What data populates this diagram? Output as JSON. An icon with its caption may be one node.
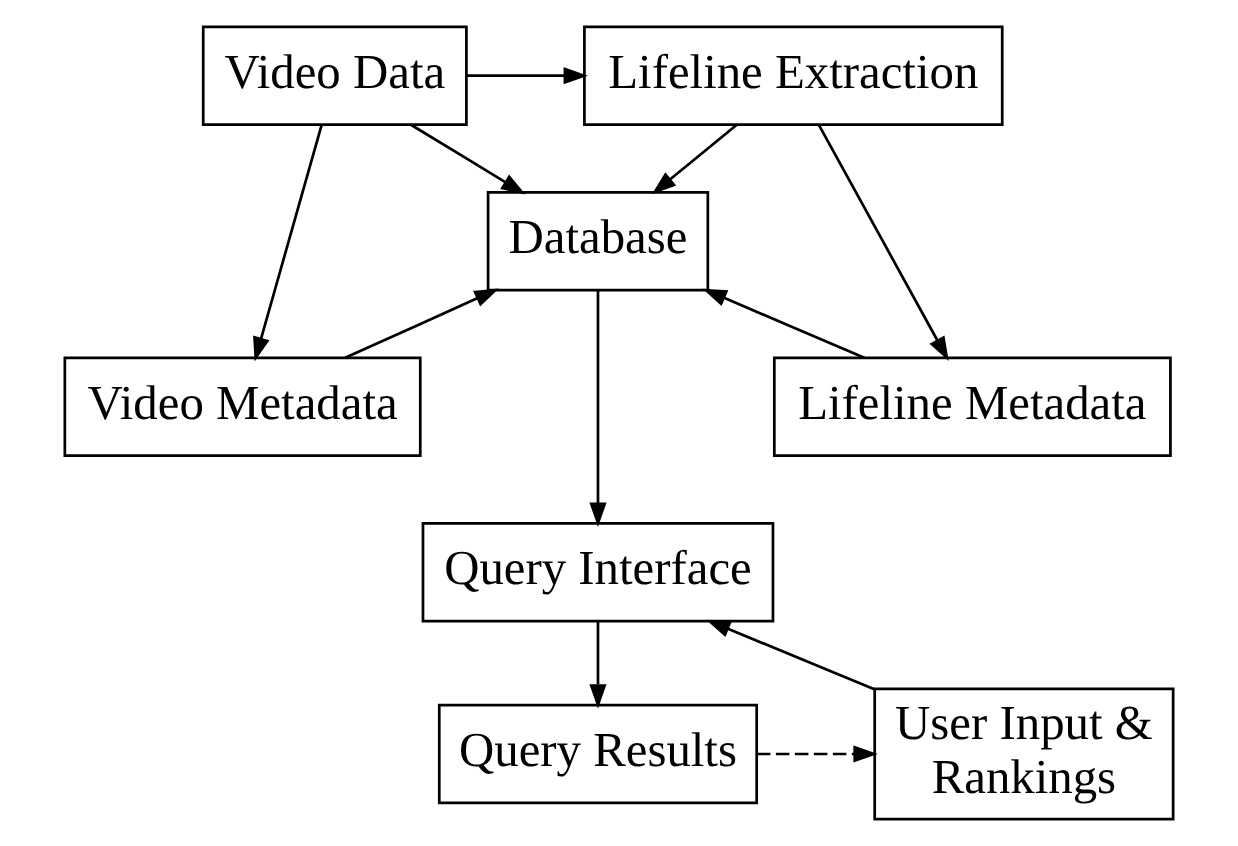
{
  "diagram": {
    "nodes": [
      {
        "text": [
          "Video Data"
        ]
      },
      {
        "text": [
          "Lifeline Extraction"
        ]
      },
      {
        "text": [
          "Database"
        ]
      },
      {
        "text": [
          "Video Metadata"
        ]
      },
      {
        "text": [
          "Lifeline Metadata"
        ]
      },
      {
        "text": [
          "Query Interface"
        ]
      },
      {
        "text": [
          "Query Results"
        ]
      },
      {
        "text": [
          "User Input & Rankings"
        ]
      }
    ],
    "edges": [
      {
        "from": 0,
        "to": 1,
        "arrow": "to"
      },
      {
        "from": 0,
        "to": 2,
        "arrow": "to"
      },
      {
        "from": 1,
        "to": 2,
        "arrow": "to"
      },
      {
        "from": 0,
        "to": 3,
        "arrow": "to"
      },
      {
        "from": 1,
        "to": 4,
        "arrow": "to"
      },
      {
        "from": 3,
        "to": 2,
        "arrow": "to"
      },
      {
        "from": 4,
        "to": 2,
        "arrow": "to"
      },
      {
        "from": 2,
        "to": 5,
        "arrow": "to"
      },
      {
        "from": 5,
        "to": 6,
        "arrow": "to"
      },
      {
        "from": 6,
        "to": 7,
        "arrow": "to",
        "style": "dashed"
      },
      {
        "from": 7,
        "to": 5,
        "arrow": "to"
      }
    ]
  }
}
